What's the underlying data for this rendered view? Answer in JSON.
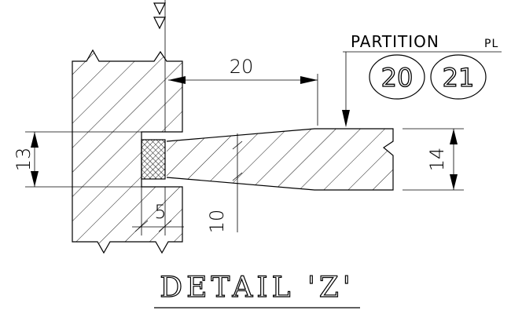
{
  "title": "DETAIL 'Z'",
  "callout": {
    "label": "PARTITION",
    "symbol": "PL",
    "bubbles": [
      "20",
      "21"
    ]
  },
  "dimensions": {
    "gap_width": "20",
    "height_left": "13",
    "height_right": "14",
    "recess": "5",
    "tip": "10"
  }
}
